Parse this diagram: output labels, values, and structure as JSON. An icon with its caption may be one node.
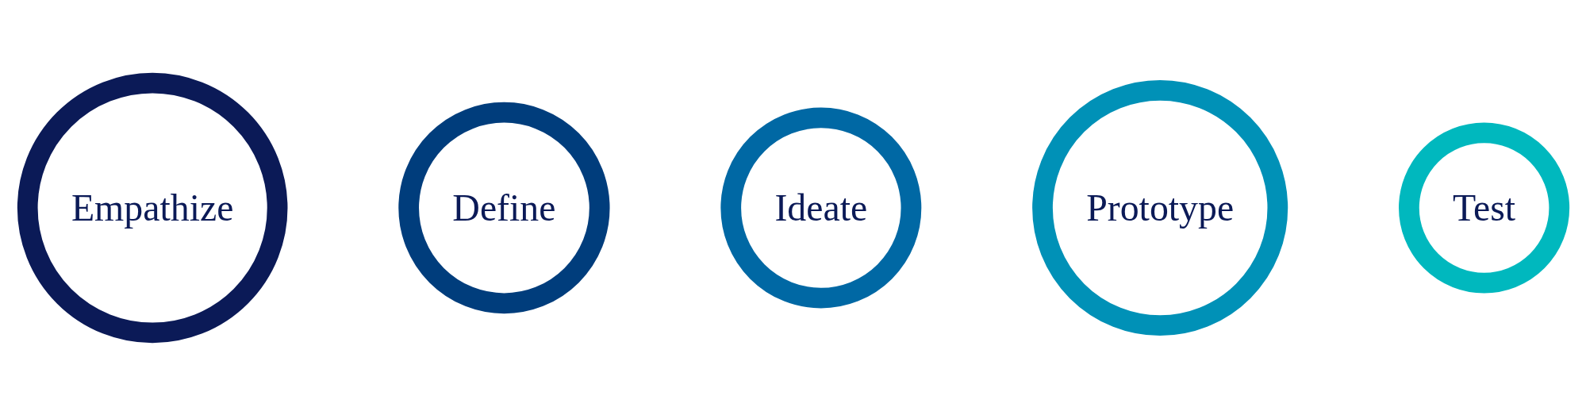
{
  "diagram": {
    "nodes": [
      {
        "text": [
          "Empathize"
        ]
      },
      {
        "text": [
          "Define"
        ]
      },
      {
        "text": [
          "Ideate"
        ]
      },
      {
        "text": [
          "Prototype"
        ]
      },
      {
        "text": [
          "Test"
        ]
      }
    ],
    "edges": []
  }
}
